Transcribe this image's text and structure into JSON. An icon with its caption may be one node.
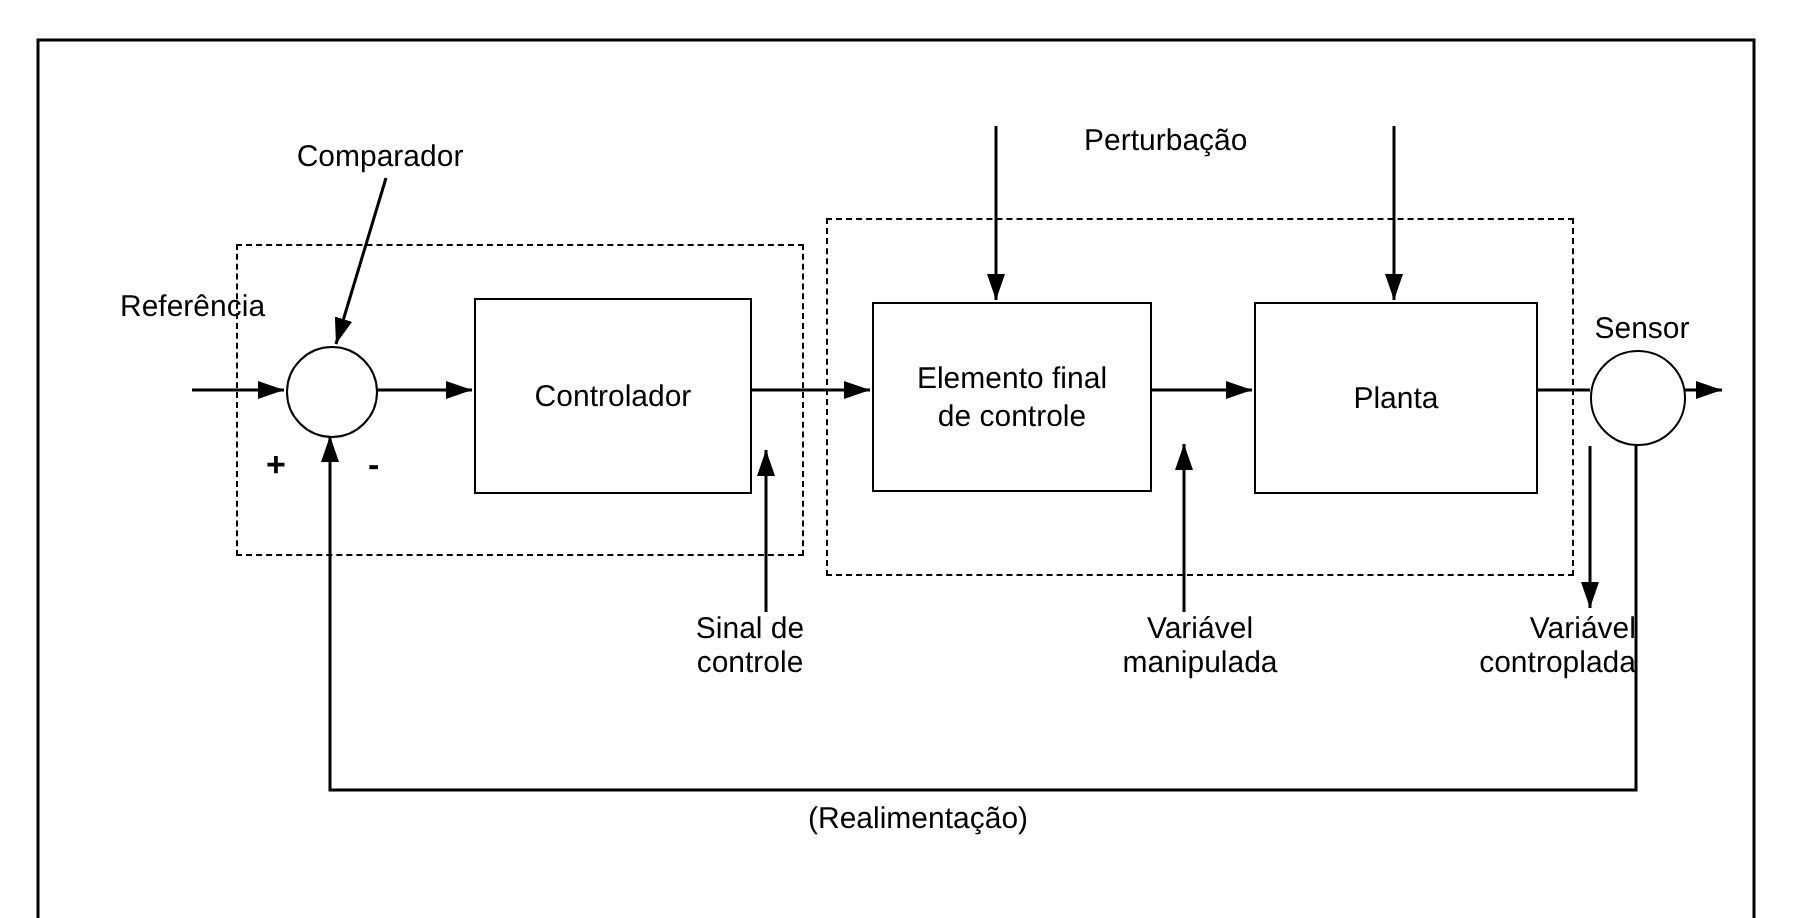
{
  "diagram": {
    "nodes": [
      {
        "text": [],
        "shape": "box"
      },
      {
        "text": [],
        "shape": "circle",
        "in": 0
      },
      {
        "text": [
          "Controlador"
        ],
        "in": 0
      },
      {
        "text": [],
        "shape": "box"
      },
      {
        "text": [
          "Elemento final de controle"
        ],
        "in": 3
      },
      {
        "text": [
          "Planta"
        ],
        "in": 3
      },
      {
        "text": [
          "Sensor"
        ]
      },
      {
        "text": [
          "Comparador"
        ]
      },
      {
        "text": [
          "Sinal de controle"
        ]
      },
      {
        "text": [
          "Variável manipulada"
        ]
      },
      {
        "text": [
          "Variável controplada"
        ]
      }
    ],
    "edges": [
      {
        "from": null,
        "to": 1,
        "arrow": "to"
      },
      {
        "from": 1,
        "to": 2,
        "arrow": "to"
      },
      {
        "from": 2,
        "to": 4,
        "arrow": "to"
      },
      {
        "from": 4,
        "to": 5,
        "arrow": "to"
      },
      {
        "from": 5,
        "to": 6,
        "arrow": "none"
      },
      {
        "from": 6,
        "to": null,
        "arrow": "to"
      },
      {
        "from": 6,
        "to": 1,
        "arrow": "to"
      },
      {
        "from": null,
        "to": 4,
        "arrow": "to"
      },
      {
        "from": null,
        "to": 5,
        "arrow": "to"
      },
      {
        "from": 7,
        "to": 1,
        "arrow": "to"
      },
      {
        "from": 8,
        "to": 2,
        "arrow": "to"
      },
      {
        "from": 9,
        "to": 4,
        "arrow": "to"
      },
      {
        "from": 6,
        "to": 10,
        "arrow": "to"
      }
    ],
    "labels": [
      "Perturbação",
      "Referência",
      "+",
      "-",
      "(Realimentação)"
    ]
  }
}
